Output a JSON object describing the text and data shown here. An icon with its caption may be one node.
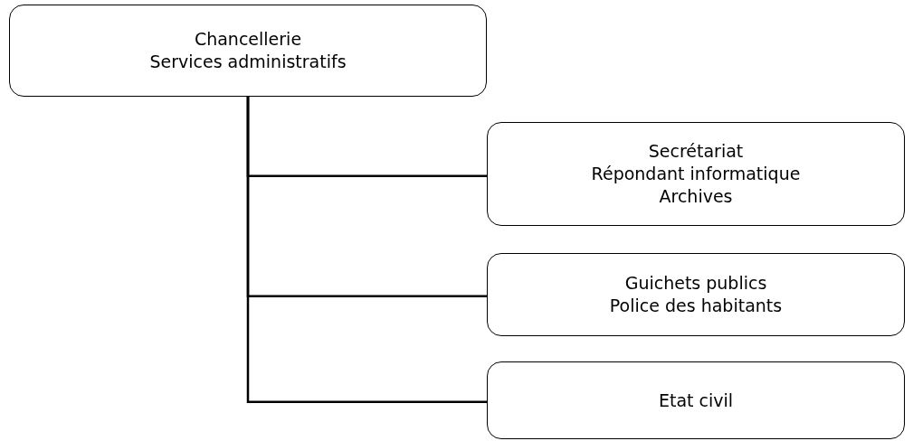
{
  "diagram": {
    "nodes": [
      {
        "text": [
          "Chancellerie",
          "Services administratifs"
        ]
      },
      {
        "text": [
          "Secrétariat",
          "Répondant informatique",
          "Archives"
        ]
      },
      {
        "text": [
          "Guichets publics",
          "Police des habitants"
        ]
      },
      {
        "text": [
          "Etat civil"
        ]
      }
    ],
    "edges": [
      {
        "from": 0,
        "to": 1,
        "arrow": "none"
      },
      {
        "from": 0,
        "to": 2,
        "arrow": "none"
      },
      {
        "from": 0,
        "to": 3,
        "arrow": "none"
      }
    ]
  }
}
